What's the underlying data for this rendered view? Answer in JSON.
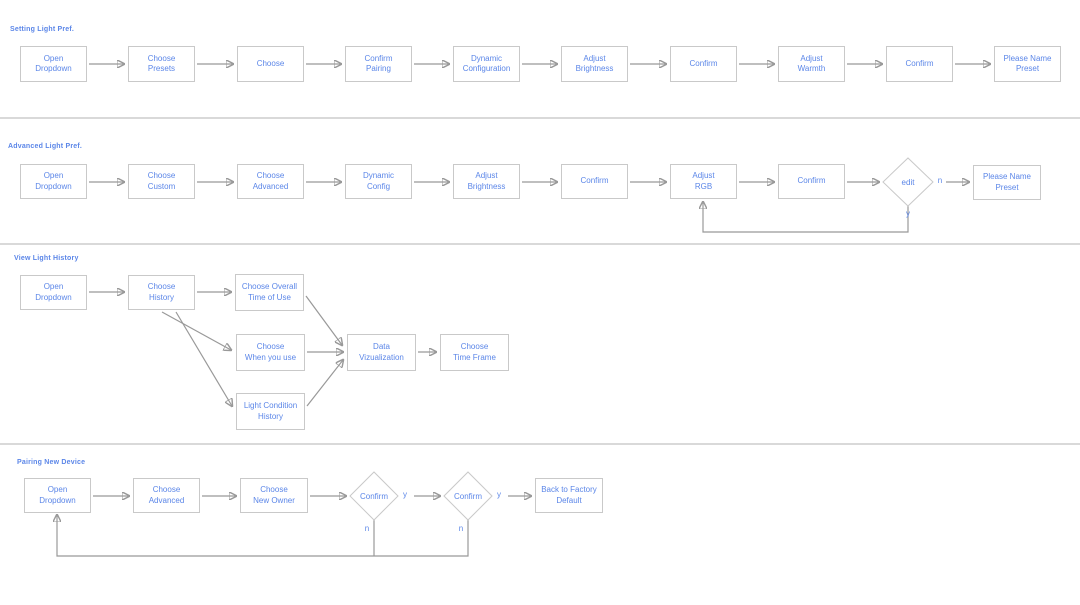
{
  "colors": {
    "accent_blue": "#5b86e8",
    "box_border": "#c9c9c9",
    "arrow_gray": "#999999",
    "divider_gray": "#d9d9d9",
    "background": "#ffffff"
  },
  "sections": [
    {
      "label": "Setting Light Pref.",
      "nodes": [
        "Open\nDropdown",
        "Choose\nPresets",
        "Choose",
        "Confirm\nPairing",
        "Dynamic\nConfiguration",
        "Adjust\nBrightness",
        "Confirm",
        "Adjust\nWarmth",
        "Confirm",
        "Please Name\nPreset"
      ]
    },
    {
      "label": "Advanced Light Pref.",
      "nodes": [
        "Open\nDropdown",
        "Choose\nCustom",
        "Choose\nAdvanced",
        "Dynamic\nConfig",
        "Adjust\nBrightness",
        "Confirm",
        "Adjust\nRGB",
        "Confirm"
      ],
      "decision": "edit",
      "end": "Please Name\nPreset",
      "labels": {
        "n": "n",
        "y": "y"
      }
    },
    {
      "label": "View Light History",
      "nodes": [
        "Open\nDropdown",
        "Choose\nHistory",
        "Choose Overall\nTime of Use",
        "Choose\nWhen you use",
        "Light Condition\nHistory",
        "Data\nVizualization",
        "Choose\nTime Frame"
      ]
    },
    {
      "label": "Pairing New Device",
      "nodes": [
        "Open\nDropdown",
        "Choose\nAdvanced",
        "Choose\nNew Owner"
      ],
      "decisions": [
        "Confirm",
        "Confirm"
      ],
      "end": "Back to Factory\nDefault",
      "labels": {
        "y1": "y",
        "n1": "n",
        "y2": "y",
        "n2": "n"
      }
    }
  ]
}
